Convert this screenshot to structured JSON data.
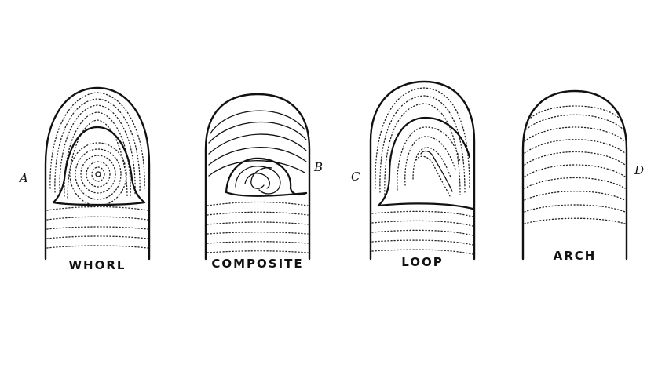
{
  "figures": [
    {
      "key": "whorl",
      "letter": "A",
      "label": "WHORL"
    },
    {
      "key": "composite",
      "letter": "B",
      "label": "COMPOSITE"
    },
    {
      "key": "loop",
      "letter": "C",
      "label": "LOOP"
    },
    {
      "key": "arch",
      "letter": "D",
      "label": "ARCH"
    }
  ]
}
